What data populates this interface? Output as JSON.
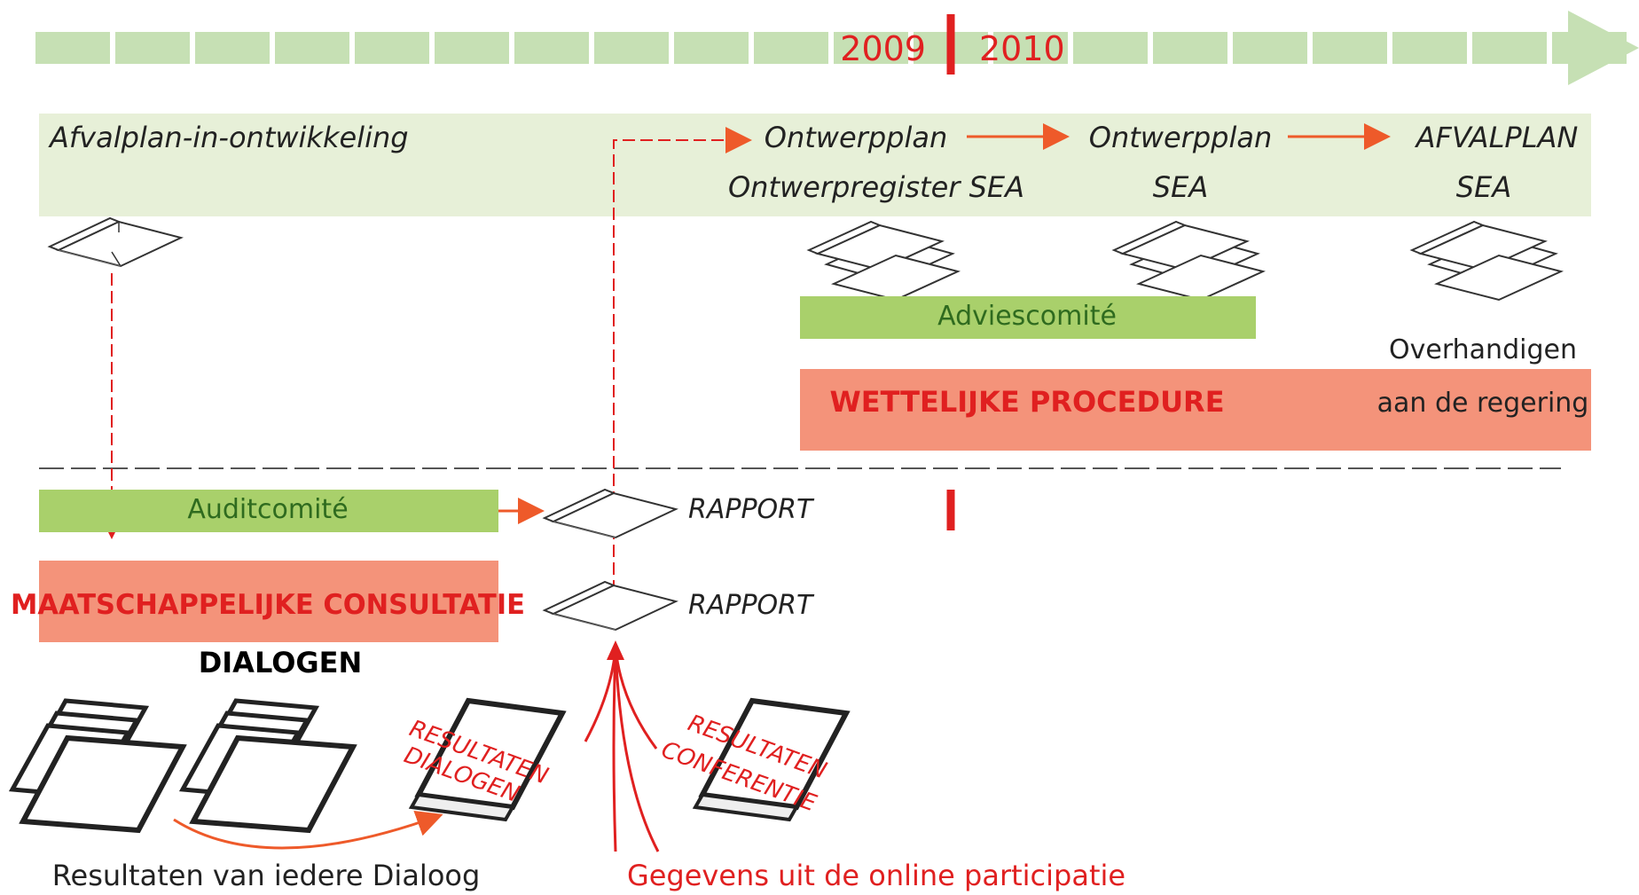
{
  "timeline": {
    "year_left": "2009",
    "year_right": "2010",
    "segment_count": 20
  },
  "top_band": {
    "label": "Afvalplan-in-ontwikkeling",
    "stages": [
      {
        "line1": "Ontwerpplan",
        "line2": "Ontwerpregister SEA"
      },
      {
        "line1": "Ontwerpplan",
        "line2": "SEA"
      },
      {
        "line1": "AFVALPLAN",
        "line2": "SEA"
      }
    ]
  },
  "adviescomite": "Adviescomité",
  "handover": {
    "line1": "Overhandigen",
    "line2": "aan de regering"
  },
  "wettelijke_procedure": "WETTELIJKE PROCEDURE",
  "auditcomite": "Auditcomité",
  "rapport_1": "RAPPORT",
  "rapport_2": "RAPPORT",
  "maatschappelijke_consultatie": "MAATSCHAPPELIJKE CONSULTATIE",
  "dialogen": "DIALOGEN",
  "resultaten_dialogen": {
    "line1": "RESULTATEN",
    "line2": "DIALOGEN"
  },
  "resultaten_conferentie": {
    "line1": "RESULTATEN",
    "line2": "CONFERENTIE"
  },
  "bottom_left_caption": "Resultaten van iedere Dialoog",
  "bottom_mid_caption": "Gegevens uit de online participatie",
  "colors": {
    "timeline_green": "#c6e0b4",
    "band_green": "#e7f0d8",
    "committee_green": "#a9d06b",
    "procedure_salmon": "#f4937a",
    "accent_red": "#e02020",
    "arrow_orange": "#ee5a2a",
    "text_dark": "#222222"
  }
}
